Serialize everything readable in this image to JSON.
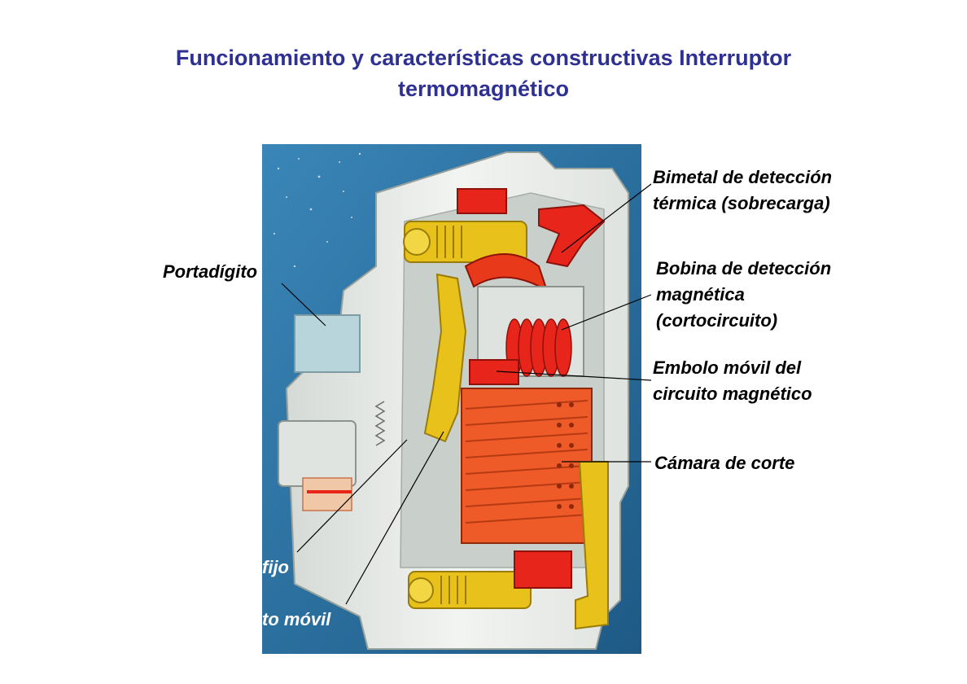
{
  "title": {
    "line1": "Funcionamiento y características  constructivas Interruptor",
    "line2": "termomagnético",
    "color": "#2e3192"
  },
  "labels": {
    "portadigito": "Portadígito",
    "bimetal": {
      "line1": "Bimetal de detección",
      "line2": "térmica (sobrecarga)"
    },
    "bobina": {
      "line1": "Bobina de detección",
      "line2": "magnética",
      "line3": "(cortocircuito)"
    },
    "embolo": {
      "line1": "Embolo móvil del",
      "line2": "circuito magnético"
    },
    "camara": "Cámara de corte",
    "contacto_fijo_partial": "fijo",
    "contacto_movil_partial": "to móvil"
  },
  "colors": {
    "background_blue": "#2b6f9e",
    "housing": "#e9ece9",
    "brass": "#e8c21a",
    "red_part": "#e8251a",
    "arc_chute": "#ee5a28"
  }
}
